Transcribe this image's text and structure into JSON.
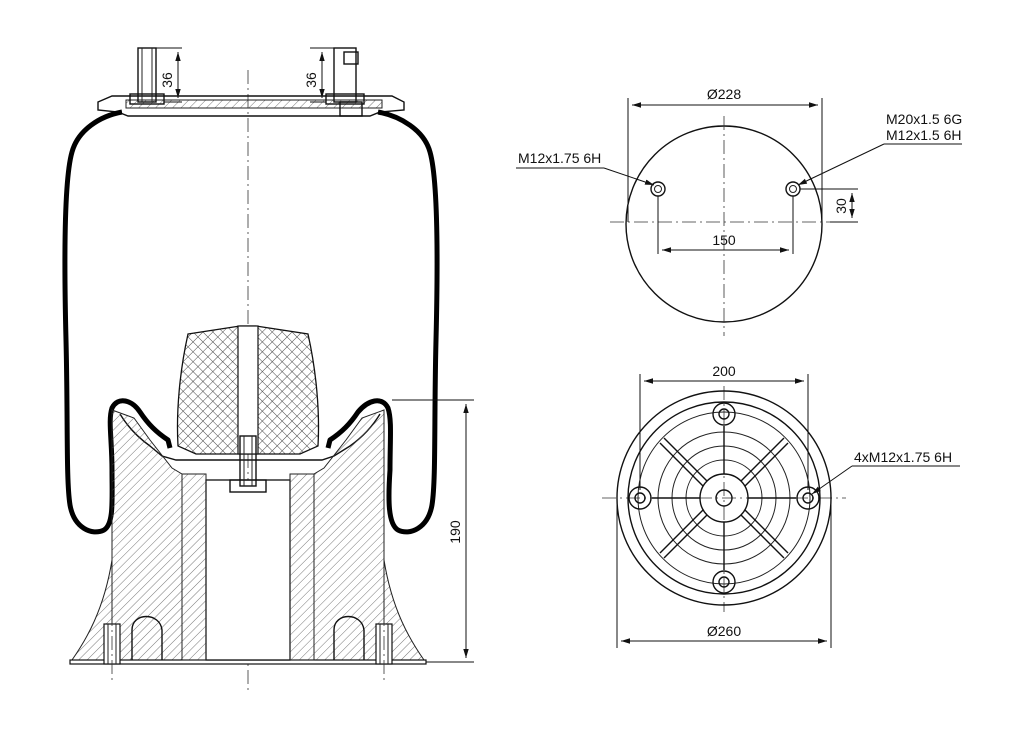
{
  "side_view": {
    "stud_height_left": "36",
    "stud_height_right": "36",
    "overall_height": "190"
  },
  "top_view": {
    "diameter": "Ø228",
    "stud_spacing": "150",
    "offset": "30",
    "left_thread": "M12x1.75 6H",
    "right_thread_outer": "M20x1.5 6G",
    "right_thread_inner": "M12x1.5 6H"
  },
  "bottom_view": {
    "bolt_circle": "200",
    "outer_diameter": "Ø260",
    "holes": "4xM12x1.75 6H"
  }
}
